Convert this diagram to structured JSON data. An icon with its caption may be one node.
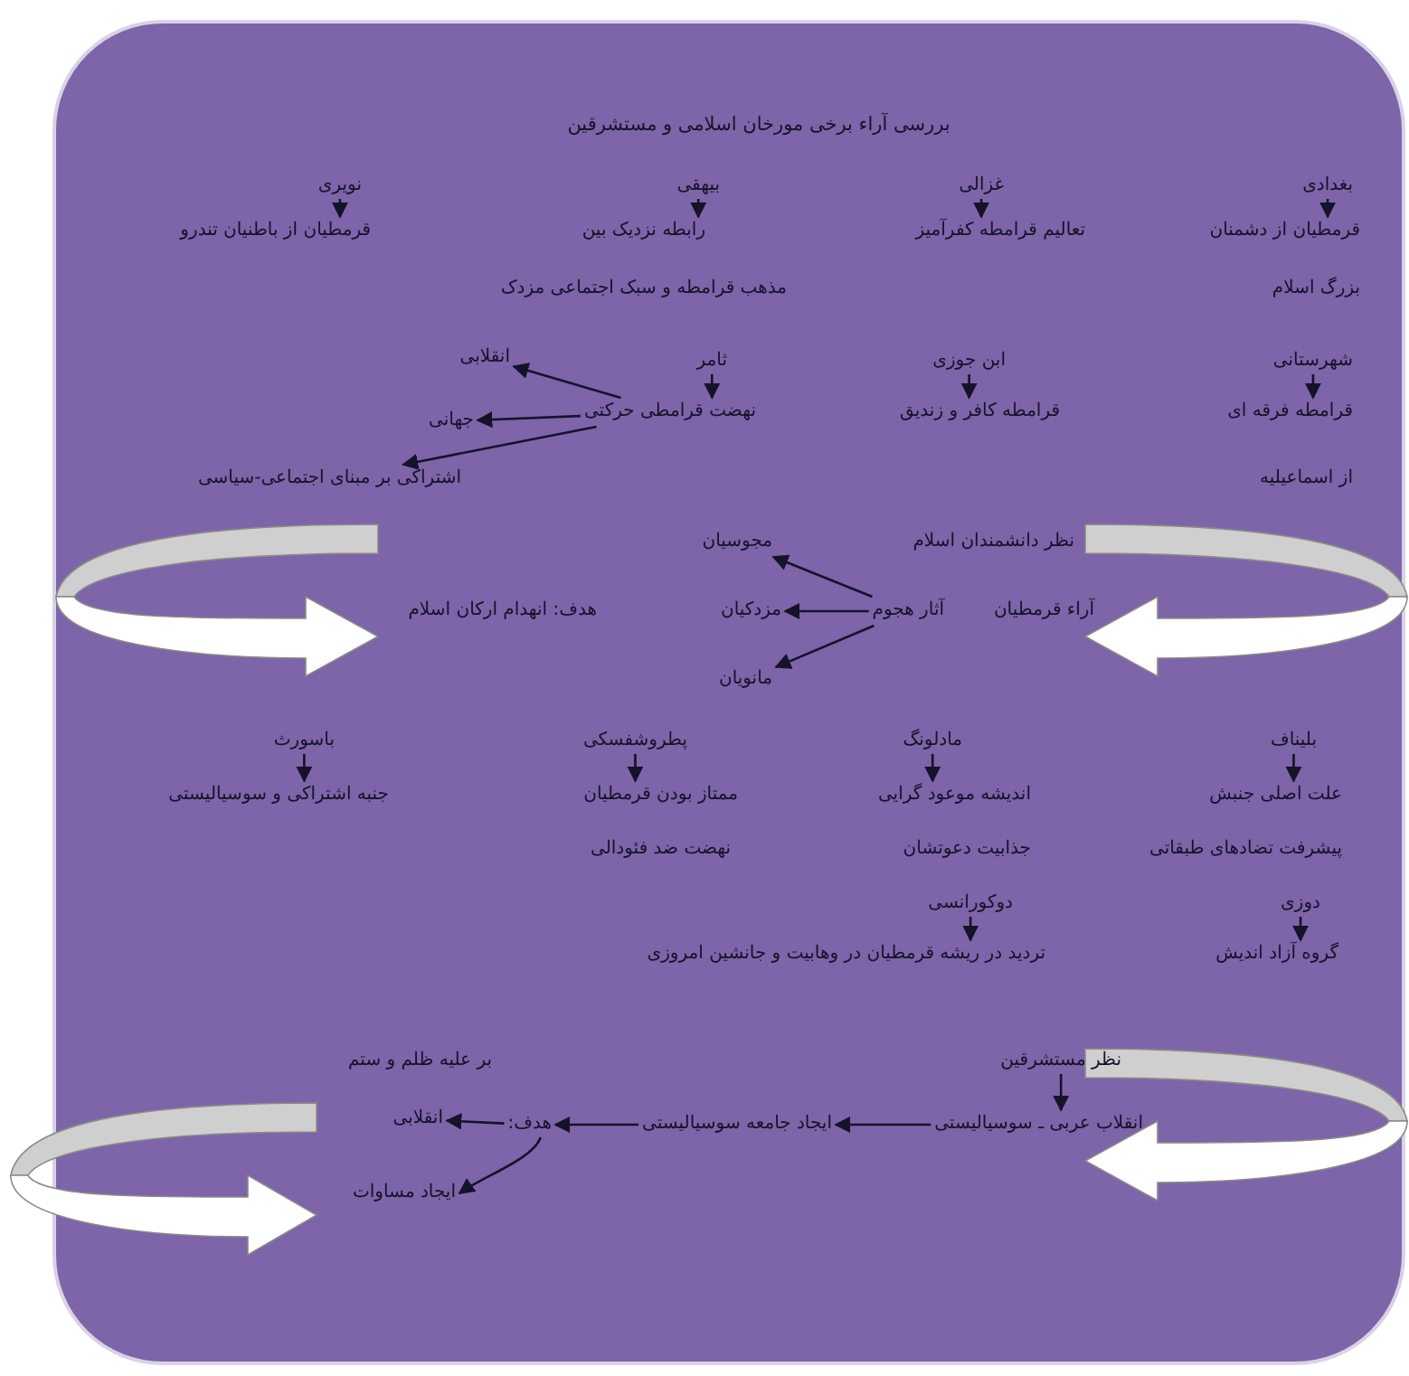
{
  "diagram": {
    "title": "بررسی آراء برخی مورخان اسلامی و مستشرقین",
    "nodes": [
      {
        "text": [
          "بغدادی"
        ]
      },
      {
        "text": [
          "قرمطیان از دشمنان",
          "بزرگ اسلام"
        ]
      },
      {
        "text": [
          "غزالی"
        ]
      },
      {
        "text": [
          "تعالیم قرامطه کفرآمیز"
        ]
      },
      {
        "text": [
          "بیهقی"
        ]
      },
      {
        "text": [
          "رابطه نزدیک بین",
          "مذهب قرامطه و سبک اجتماعی مزدک"
        ]
      },
      {
        "text": [
          "نویری"
        ]
      },
      {
        "text": [
          "قرمطیان از باطنیان تندرو"
        ]
      },
      {
        "text": [
          "شهرستانی"
        ]
      },
      {
        "text": [
          "قرامطه فرقه ای",
          "از اسماعیلیه"
        ]
      },
      {
        "text": [
          "ابن جوزی"
        ]
      },
      {
        "text": [
          "قرامطه کافر و زندیق"
        ]
      },
      {
        "text": [
          "ثامر"
        ]
      },
      {
        "text": [
          "نهضت قرامطی حرکتی"
        ]
      },
      {
        "text": [
          "انقلابی"
        ]
      },
      {
        "text": [
          "جهانی"
        ]
      },
      {
        "text": [
          "اشتراکی بر مبنای اجتماعی-سیاسی"
        ]
      },
      {
        "text": [
          "آثار هجوم"
        ]
      },
      {
        "text": [
          "مجوسیان"
        ]
      },
      {
        "text": [
          "مزدکیان"
        ]
      },
      {
        "text": [
          "مانویان"
        ]
      },
      {
        "text": [
          "بلیناف"
        ]
      },
      {
        "text": [
          "علت اصلی جنبش",
          "پیشرفت تضادهای طبقاتی"
        ]
      },
      {
        "text": [
          "مادلونگ"
        ]
      },
      {
        "text": [
          "اندیشه موعود گرایی",
          "جذابیت دعوتشان"
        ]
      },
      {
        "text": [
          "پطروشفسکی"
        ]
      },
      {
        "text": [
          "ممتاز بودن قرمطیان",
          "نهضت ضد فئودالی"
        ]
      },
      {
        "text": [
          "باسورث"
        ]
      },
      {
        "text": [
          "جنبه اشتراکی و سوسیالیستی"
        ]
      },
      {
        "text": [
          "دوزی"
        ]
      },
      {
        "text": [
          "گروه آزاد اندیش"
        ]
      },
      {
        "text": [
          "دوکورانسی"
        ]
      },
      {
        "text": [
          "تردید در ریشه قرمطیان در وهابیت و جانشین امروزی"
        ]
      },
      {
        "text": [
          "نظر مستشرقین"
        ]
      },
      {
        "text": [
          "انقلاب عربی ـ سوسیالیستی"
        ]
      },
      {
        "text": [
          "ایجاد جامعه سوسیالیستی"
        ]
      },
      {
        "text": [
          "هدف:"
        ]
      },
      {
        "text": [
          "انقلابی"
        ]
      },
      {
        "text": [
          "ایجاد مساوات"
        ]
      }
    ],
    "edges": [
      {
        "from": 0,
        "to": 1,
        "arrow": "to"
      },
      {
        "from": 2,
        "to": 3,
        "arrow": "to"
      },
      {
        "from": 4,
        "to": 5,
        "arrow": "to"
      },
      {
        "from": 6,
        "to": 7,
        "arrow": "to"
      },
      {
        "from": 8,
        "to": 9,
        "arrow": "to"
      },
      {
        "from": 10,
        "to": 11,
        "arrow": "to"
      },
      {
        "from": 12,
        "to": 13,
        "arrow": "to"
      },
      {
        "from": 13,
        "to": 14,
        "arrow": "to"
      },
      {
        "from": 13,
        "to": 15,
        "arrow": "to"
      },
      {
        "from": 13,
        "to": 16,
        "arrow": "to"
      },
      {
        "from": 17,
        "to": 18,
        "arrow": "to"
      },
      {
        "from": 17,
        "to": 19,
        "arrow": "to"
      },
      {
        "from": 17,
        "to": 20,
        "arrow": "to"
      },
      {
        "from": 21,
        "to": 22,
        "arrow": "to"
      },
      {
        "from": 23,
        "to": 24,
        "arrow": "to"
      },
      {
        "from": 25,
        "to": 26,
        "arrow": "to"
      },
      {
        "from": 27,
        "to": 28,
        "arrow": "to"
      },
      {
        "from": 29,
        "to": 30,
        "arrow": "to"
      },
      {
        "from": 31,
        "to": 32,
        "arrow": "to"
      },
      {
        "from": 33,
        "to": 34,
        "arrow": "to"
      },
      {
        "from": 34,
        "to": 35,
        "arrow": "to"
      },
      {
        "from": 35,
        "to": 36,
        "arrow": "to"
      },
      {
        "from": 36,
        "to": 37,
        "arrow": "to"
      },
      {
        "from": 36,
        "to": 38,
        "arrow": "to"
      }
    ],
    "labels": [
      "نظر دانشمندان اسلام",
      "آراء قرمطیان",
      "هدف: انهدام ارکان اسلام",
      "بر علیه ظلم و ستم"
    ]
  }
}
